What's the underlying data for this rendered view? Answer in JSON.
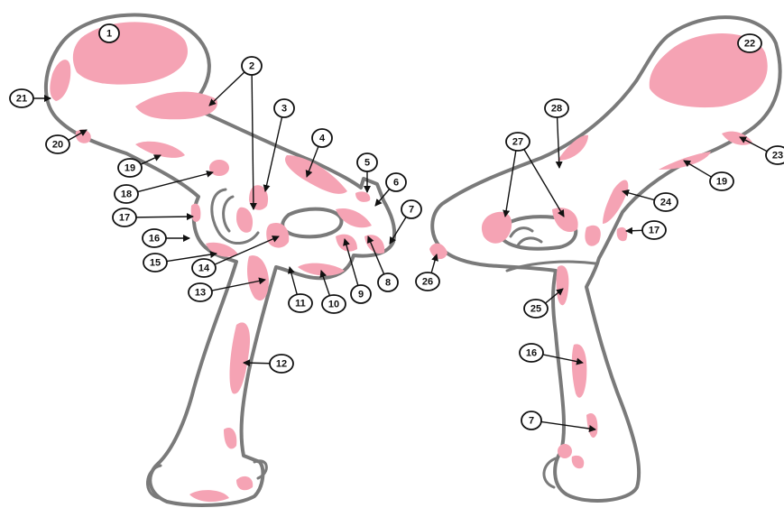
{
  "colors": {
    "attachment_area": "#f5a3b4",
    "bone_outline": "#7a7a7a",
    "background": "#ffffff",
    "label_stroke": "#111111"
  },
  "labels": {
    "left": [
      "1",
      "2",
      "3",
      "4",
      "5",
      "6",
      "7",
      "8",
      "9",
      "10",
      "11",
      "12",
      "13",
      "14",
      "15",
      "16",
      "17",
      "18",
      "19",
      "20",
      "21"
    ],
    "right": [
      "22",
      "23",
      "19",
      "24",
      "17",
      "25",
      "16",
      "7",
      "26",
      "27",
      "28"
    ]
  }
}
